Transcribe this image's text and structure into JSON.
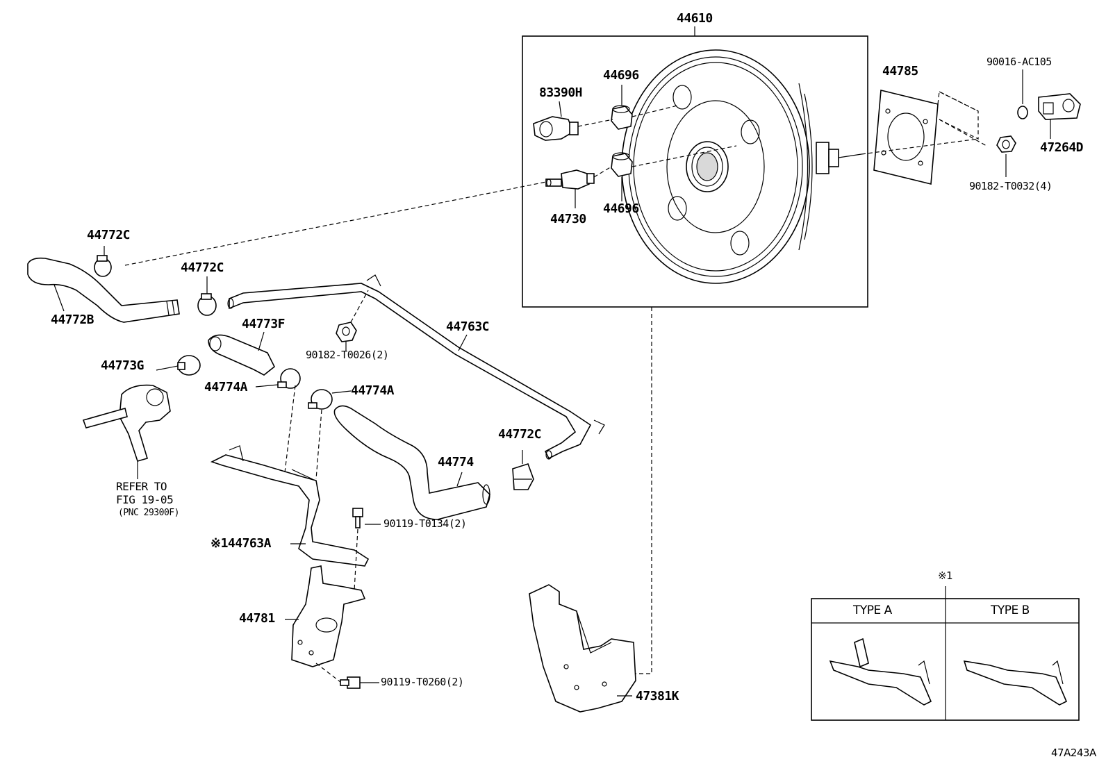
{
  "labels": {
    "p44610": "44610",
    "p44696_top": "44696",
    "p83390H": "83390H",
    "p44696_bot": "44696",
    "p44730": "44730",
    "p44785": "44785",
    "p90016": "90016-AC105",
    "p47264D": "47264D",
    "p90182_t0032": "90182-T0032(4)",
    "p44772C_a": "44772C",
    "p44772C_b": "44772C",
    "p44772B": "44772B",
    "p44773F": "44773F",
    "p90182_t0026": "90182-T0026(2)",
    "p44763C": "44763C",
    "p44773G": "44773G",
    "p44774A_a": "44774A",
    "p44774A_b": "44774A",
    "p44772C_c": "44772C",
    "p44774": "44774",
    "refer_line1": "REFER TO",
    "refer_line2": "FIG 19-05",
    "refer_line3": "(PNC 29300F)",
    "p90119_t0134": "90119-T0134(2)",
    "p44763A": "※144763A",
    "p44781": "44781",
    "p90119_t0260": "90119-T0260(2)",
    "p47381K": "47381K",
    "note_mark": "※1",
    "type_a": "TYPE A",
    "type_b": "TYPE B",
    "drawing_code": "47A243A"
  }
}
